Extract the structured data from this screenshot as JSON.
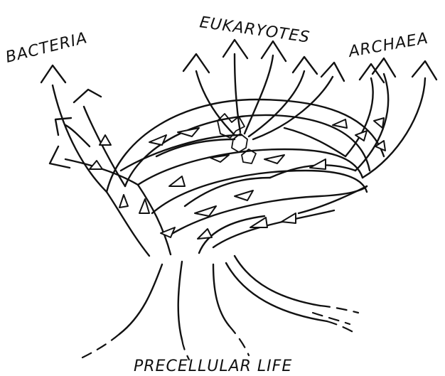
{
  "labels": {
    "bacteria": "BACTERIA",
    "eukaryotes": "EUKARYOTES",
    "archaea": "ARCHAEA",
    "root": "PRECELLULAR LIFE"
  },
  "colors": {
    "ink": "#111111",
    "paper": "#ffffff"
  }
}
